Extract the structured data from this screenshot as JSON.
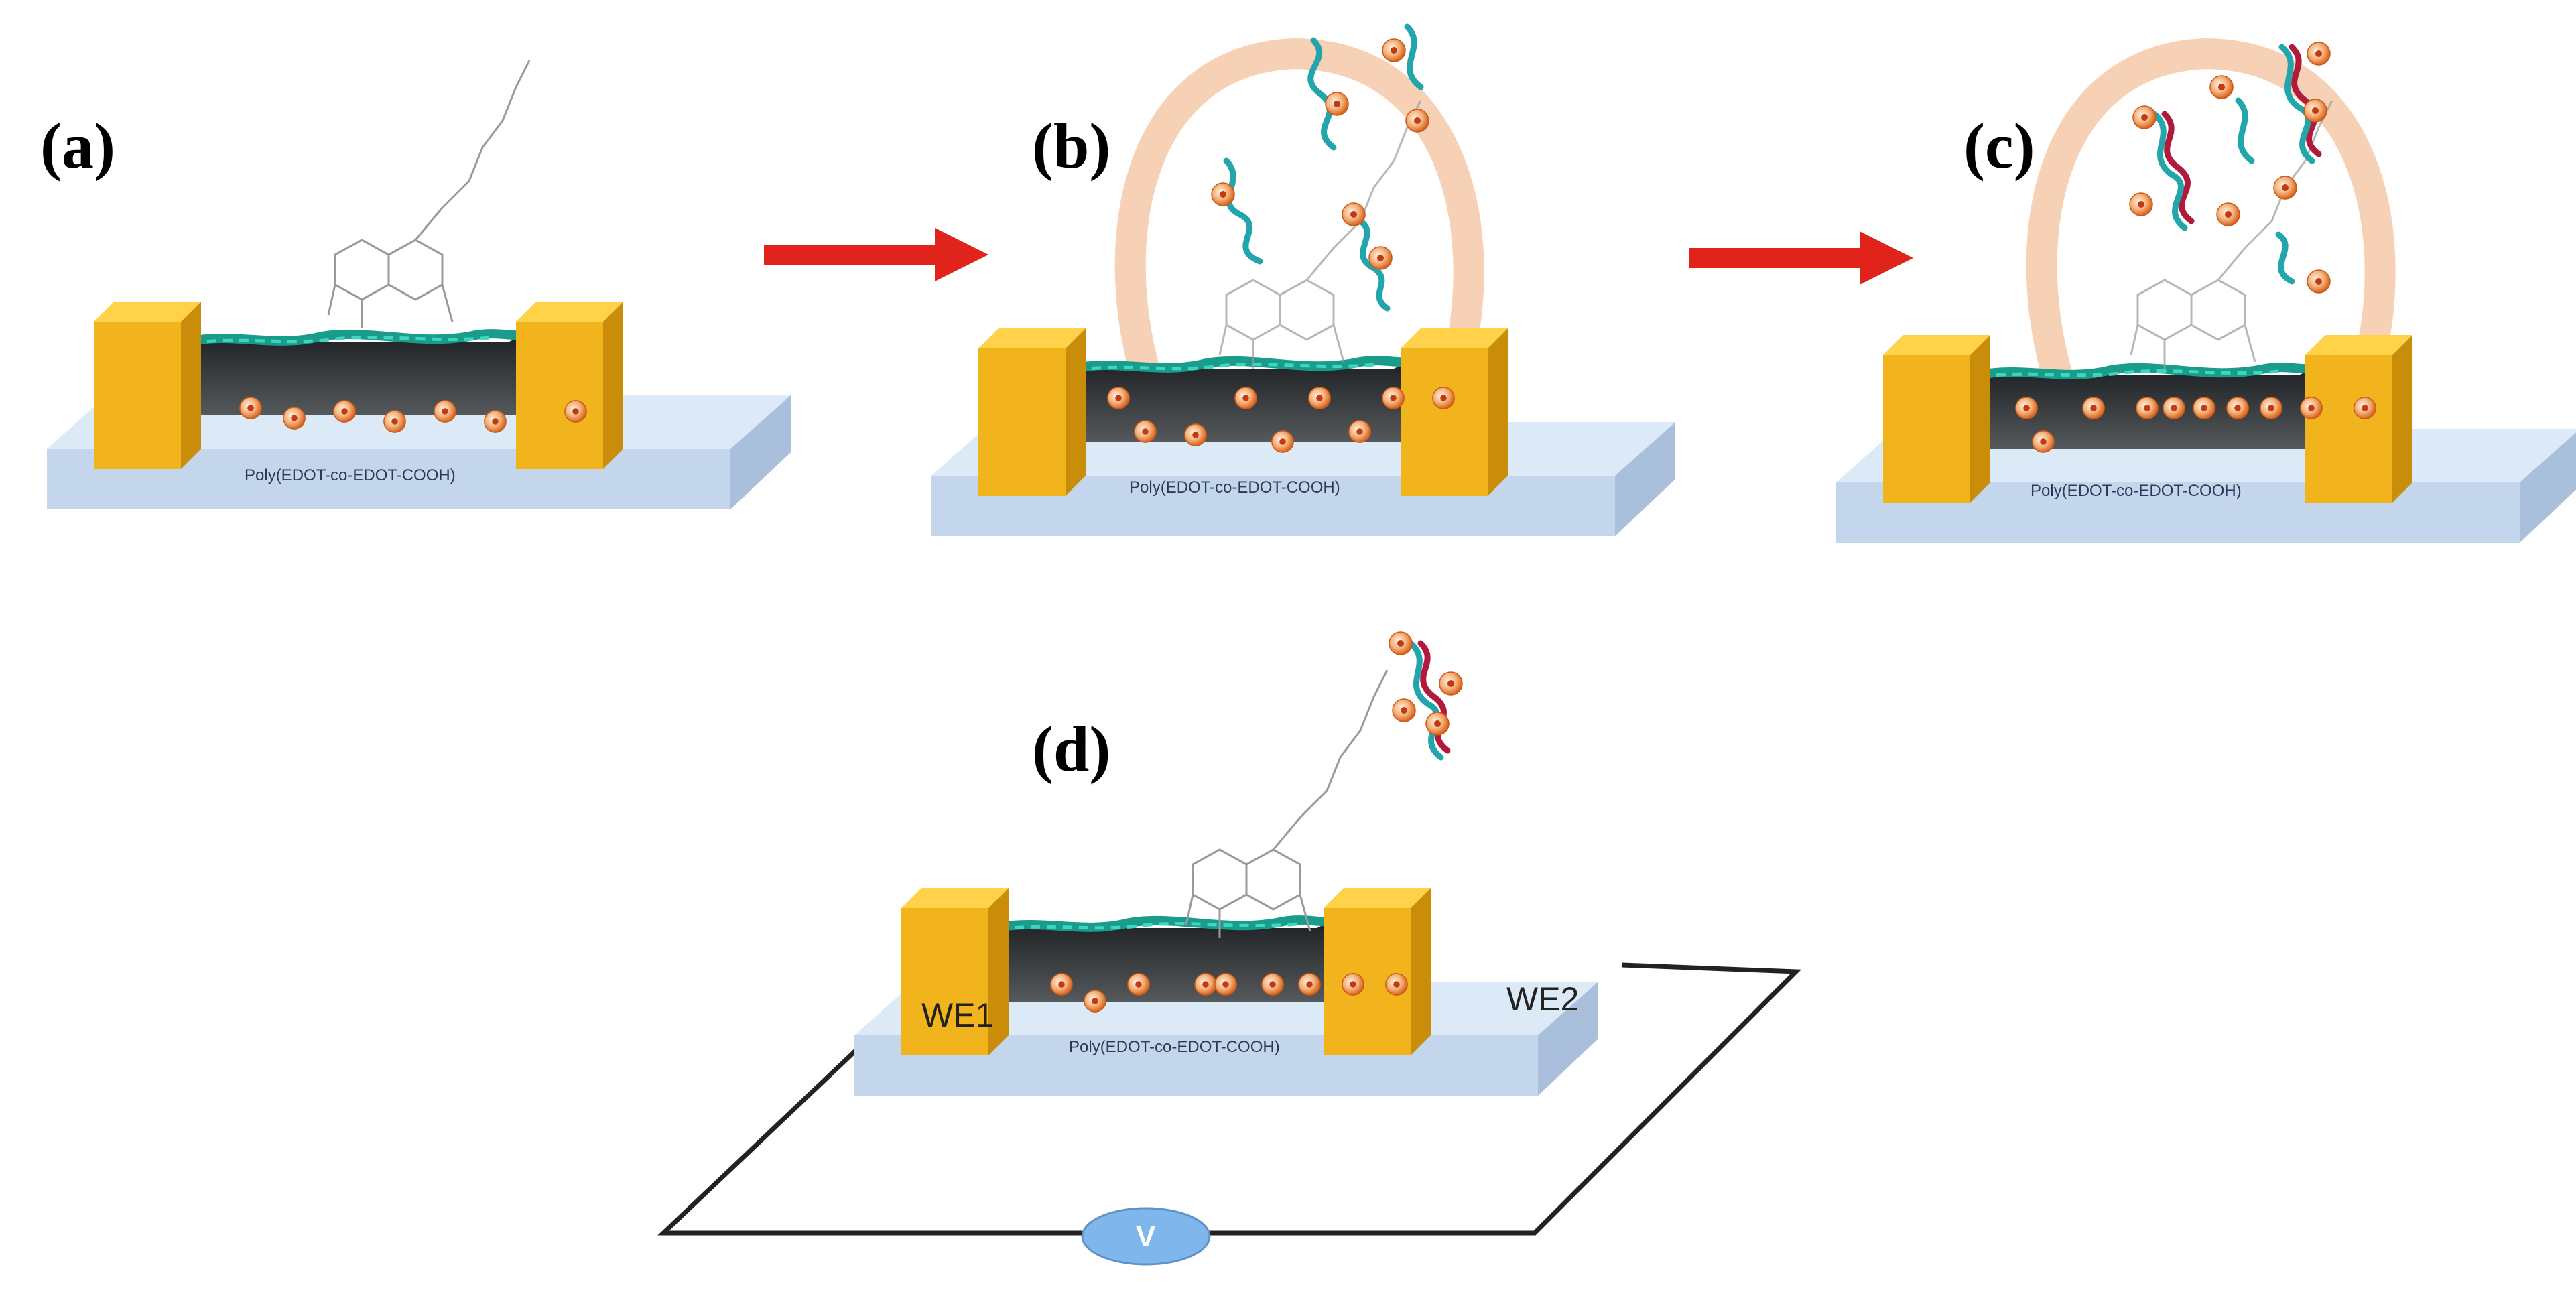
{
  "panels": [
    {
      "label": "(a)",
      "film_label": "Poly(EDOT-co-EDOT-COOH)"
    },
    {
      "label": "(b)",
      "film_label": "Poly(EDOT-co-EDOT-COOH)"
    },
    {
      "label": "(c)",
      "film_label": "Poly(EDOT-co-EDOT-COOH)"
    },
    {
      "label": "(d)",
      "film_label": "Poly(EDOT-co-EDOT-COOH)"
    }
  ],
  "electrodes": {
    "left": "WE1",
    "right": "WE2"
  },
  "voltmeter": {
    "label": "V"
  },
  "colors": {
    "substrate_top": "#dce9f7",
    "substrate_side": "#b7cbe4",
    "electrode_front": "#f2b41c",
    "electrode_top": "#ffd24a",
    "electrode_side": "#c98d0a",
    "film": "#3a3d40",
    "droplet": "#f6c9a8",
    "arrow": "#e0231b",
    "dna_cyan": "#23a5ac",
    "dna_red": "#b01a3c",
    "ion": "#f28a3a",
    "voltmeter": "#7fb6ec"
  }
}
